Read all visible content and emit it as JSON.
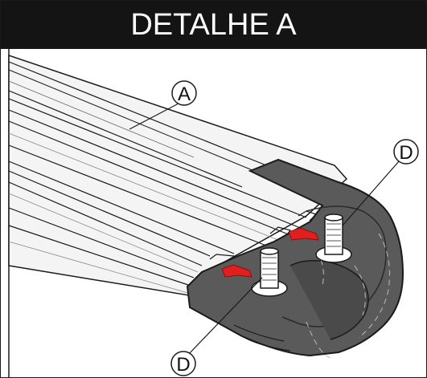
{
  "title": "DETALHE A",
  "callouts": {
    "a": "A",
    "d_top": "D",
    "d_bottom": "D"
  },
  "colors": {
    "title_background": "#141414",
    "title_text": "#ffffff",
    "end_cap": "#5a5a5a",
    "end_cap_dark": "#3a3a3a",
    "arrow": "#e0201e",
    "line": "#1a1a1a"
  },
  "icons": {
    "arrow_top": "red-arrow-icon",
    "arrow_bottom": "red-arrow-icon"
  }
}
